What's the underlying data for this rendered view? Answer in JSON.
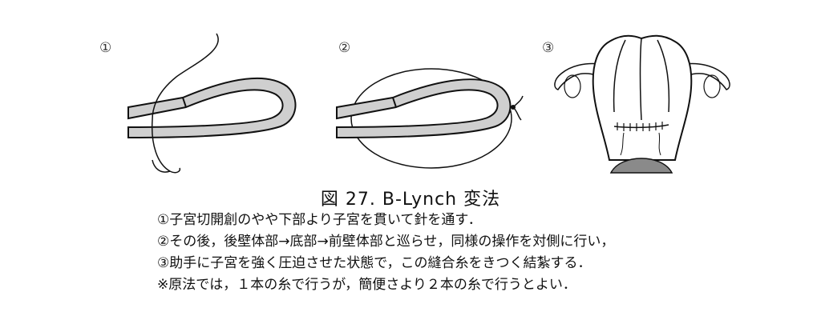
{
  "figure": {
    "panels": [
      {
        "number": "①"
      },
      {
        "number": "②"
      },
      {
        "number": "③"
      }
    ],
    "title": "図 27.  B-Lynch 変法",
    "lines": [
      "①子宮切開創のやや下部より子宮を貫いて針を通す．",
      "②その後，後壁体部→底部→前壁体部と巡らせ，同様の操作を対側に行い，",
      "③助手に子宮を強く圧迫させた状態で，この縫合糸をきつく結紮する．",
      "※原法では，１本の糸で行うが，簡便さより２本の糸で行うとよい．"
    ]
  },
  "colors": {
    "uterus_fill": "#cfcfcf",
    "cervix_fill": "#8a8a8a",
    "line": "#111111"
  }
}
